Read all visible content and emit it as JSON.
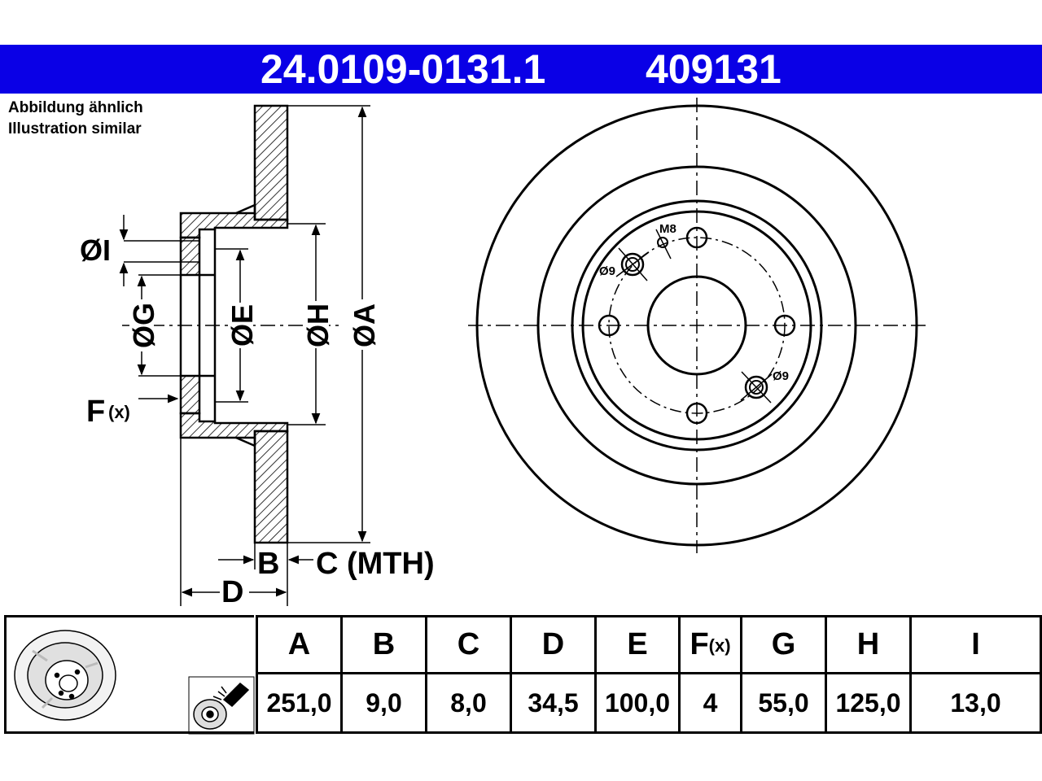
{
  "header": {
    "part_number": "24.0109-0131.1",
    "reference_number": "409131",
    "bar_color": "#0a00e6"
  },
  "notes": {
    "german": "Abbildung ähnlich",
    "english": "Illustration similar"
  },
  "cross_section_labels": {
    "dia_i": "ØI",
    "dia_g": "ØG",
    "dia_e": "ØE",
    "dia_h": "ØH",
    "dia_a": "ØA",
    "f": "F",
    "f_sub": "(x)",
    "b": "B",
    "c": "C (MTH)",
    "d": "D"
  },
  "front_view_labels": {
    "thread": "M8",
    "hole_top": "Ø9",
    "hole_bottom": "Ø9"
  },
  "spec_table": {
    "columns": [
      {
        "key": "A",
        "label": "A",
        "value": "251,0"
      },
      {
        "key": "B",
        "label": "B",
        "value": "9,0"
      },
      {
        "key": "C",
        "label": "C",
        "value": "8,0"
      },
      {
        "key": "D",
        "label": "D",
        "value": "34,5"
      },
      {
        "key": "E",
        "label": "E",
        "value": "100,0"
      },
      {
        "key": "F",
        "label": "F",
        "label_sub": "(x)",
        "value": "4"
      },
      {
        "key": "G",
        "label": "G",
        "value": "55,0"
      },
      {
        "key": "H",
        "label": "H",
        "value": "125,0"
      },
      {
        "key": "I",
        "label": "I",
        "value": "13,0"
      }
    ]
  },
  "icons": [
    "brake-disc-thumbnail-icon",
    "cleaning-spray-icon"
  ]
}
